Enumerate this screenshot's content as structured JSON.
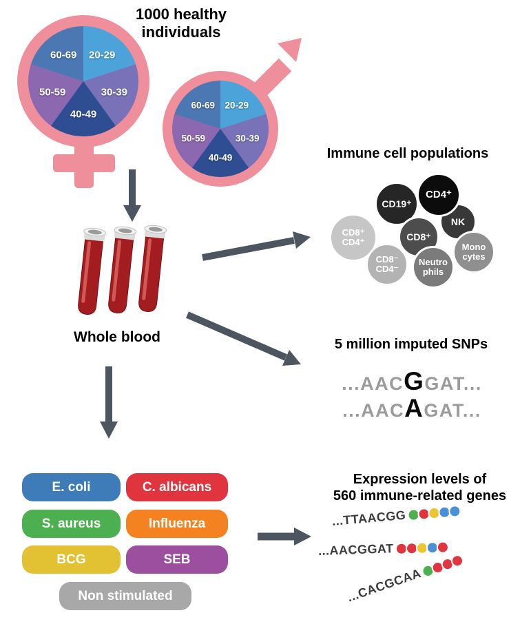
{
  "title": "1000 healthy\nindividuals",
  "age_groups": [
    {
      "label": "20-29",
      "color": "#4ba3d9"
    },
    {
      "label": "30-39",
      "color": "#7a72b8"
    },
    {
      "label": "40-49",
      "color": "#2e4d92"
    },
    {
      "label": "50-59",
      "color": "#8c68b0"
    },
    {
      "label": "60-69",
      "color": "#4b77b3"
    }
  ],
  "whole_blood_label": "Whole blood",
  "immune_cells": {
    "title": "Immune cell populations",
    "cells": [
      {
        "label": "CD8⁺ CD4⁺",
        "color": "#c6c6c6"
      },
      {
        "label": "CD19⁺",
        "color": "#262626"
      },
      {
        "label": "NK",
        "color": "#383838"
      },
      {
        "label": "CD4⁺",
        "color": "#0c0c0c"
      },
      {
        "label": "CD8⁺",
        "color": "#4d4d4d"
      },
      {
        "label": "CD8⁻ CD4⁻",
        "color": "#b3b3b3"
      },
      {
        "label": "Mono cytes",
        "color": "#8f8f8f"
      },
      {
        "label": "Neutro phils",
        "color": "#7b7b7b"
      }
    ]
  },
  "snps": {
    "title": "5 million imputed SNPs",
    "lines": [
      {
        "pre": "...AAC",
        "variant": "G",
        "post": "GAT..."
      },
      {
        "pre": "...AAC",
        "variant": "A",
        "post": "GAT..."
      }
    ]
  },
  "stimuli": {
    "items": [
      {
        "label": "E. coli",
        "color": "#3d7cb9"
      },
      {
        "label": "C. albicans",
        "color": "#e0353f"
      },
      {
        "label": "S. aureus",
        "color": "#4cb050"
      },
      {
        "label": "Influenza",
        "color": "#f58220"
      },
      {
        "label": "BCG",
        "color": "#e2c233"
      },
      {
        "label": "SEB",
        "color": "#9c4f9e"
      },
      {
        "label": "Non stimulated",
        "color": "#a8a8a8"
      }
    ]
  },
  "expression": {
    "title": "Expression levels of\n560 immune-related genes",
    "sequences": [
      {
        "text": "...TTAACGG",
        "beads": [
          "#4cb050",
          "#e0353f",
          "#ecc52f",
          "#4a90d9",
          "#4a90d9"
        ]
      },
      {
        "text": "...AACGGAT",
        "beads": [
          "#e0353f",
          "#e0353f",
          "#ecc52f",
          "#4a90d9",
          "#e0353f"
        ]
      },
      {
        "text": "...CACGCAA",
        "beads": [
          "#4cb050",
          "#e0353f",
          "#e0353f",
          "#e0353f"
        ]
      }
    ]
  },
  "colors": {
    "gender_pink": "#ef8f9b",
    "arrow_dark": "#4d5660",
    "blood_red": "#a31c20"
  }
}
